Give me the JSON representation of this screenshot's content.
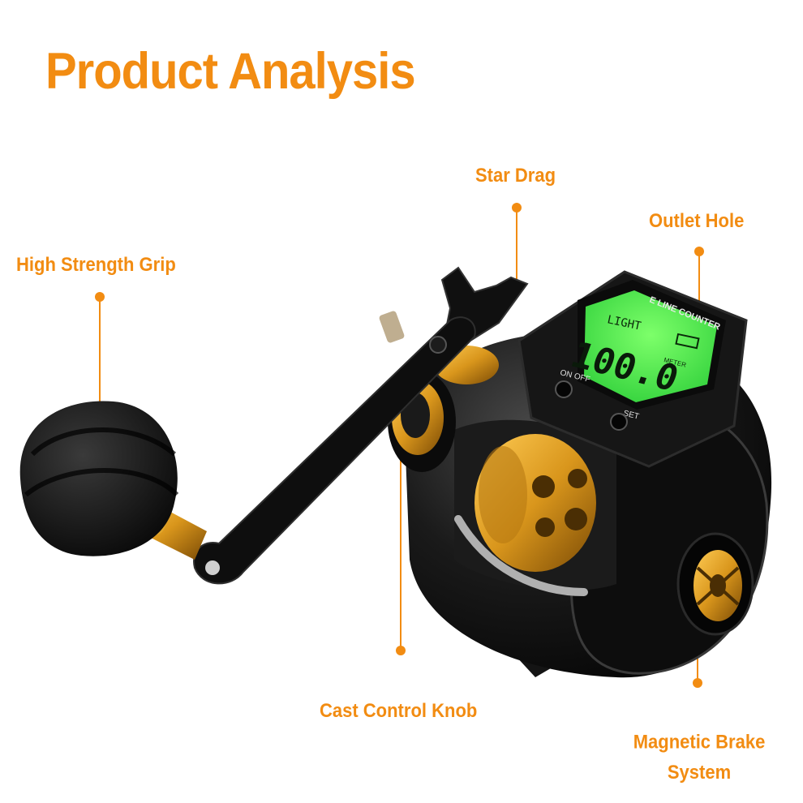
{
  "page": {
    "title": "Product Analysis"
  },
  "callouts": {
    "grip": "High Strength Grip",
    "star_drag": "Star Drag",
    "outlet_hole": "Outlet Hole",
    "cast_control": "Cast Control Knob",
    "brake_line1": "Magnetic Brake",
    "brake_line2": "System"
  },
  "display": {
    "brand": "E LINE COUNTER",
    "light": "LIGHT",
    "reading": "100.0",
    "unit": "METER",
    "button_left": "ON OFF",
    "button_right": "SET"
  },
  "colors": {
    "accent": "#f28c12",
    "lcd": "#39e04a",
    "gold": "#d9961c",
    "body": "#111111"
  }
}
